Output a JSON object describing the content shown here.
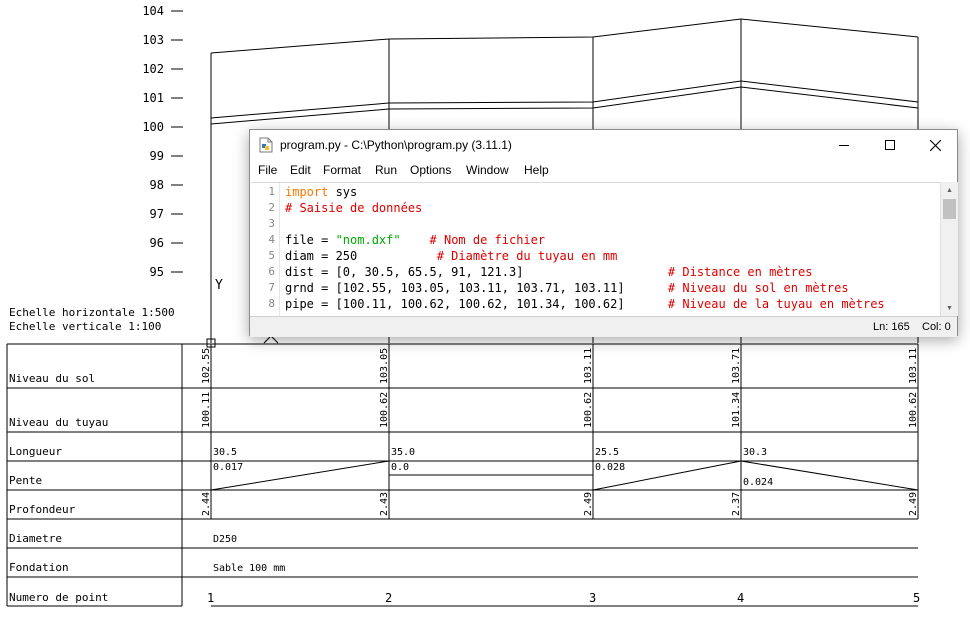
{
  "drawing": {
    "y_axis_labels": [
      "104",
      "103",
      "102",
      "101",
      "100",
      "99",
      "98",
      "97",
      "96",
      "95"
    ],
    "scale_labels": [
      "Echelle horizontale 1:500",
      "Echelle verticale 1:100"
    ],
    "row_labels": [
      "Niveau du sol",
      "Niveau du tuyau",
      "Longueur",
      "Pente",
      "Profondeur",
      "Diametre",
      "Fondation",
      "Numero de point"
    ],
    "ground_levels": [
      "102.55",
      "103.05",
      "103.11",
      "103.71",
      "103.11"
    ],
    "pipe_levels": [
      "100.11",
      "100.62",
      "100.62",
      "101.34",
      "100.62"
    ],
    "lengths": [
      "30.5",
      "35.0",
      "25.5",
      "30.3"
    ],
    "slopes": [
      "0.017",
      "0.0",
      "0.028",
      "0.024"
    ],
    "depths": [
      "2.44",
      "2.43",
      "2.49",
      "2.37",
      "2.49"
    ],
    "diameter_text": "D250",
    "foundation_text": "Sable 100 mm",
    "point_numbers": [
      "1",
      "2",
      "3",
      "4",
      "5"
    ],
    "axis_marker": "Y"
  },
  "window": {
    "title": "program.py - C:\\Python\\program.py (3.11.1)",
    "menu": [
      "File",
      "Edit",
      "Format",
      "Run",
      "Options",
      "Window",
      "Help"
    ],
    "line_numbers": [
      "1",
      "2",
      "3",
      "4",
      "5",
      "6",
      "7",
      "8"
    ],
    "code": [
      {
        "kw": "import",
        "rest": " sys",
        "cm": ""
      },
      {
        "cm": "# Saisie de données"
      },
      {
        "rest": ""
      },
      {
        "pre": "file = ",
        "str": "\"nom.dxf\"",
        "pad": "    ",
        "cm": "# Nom de fichier"
      },
      {
        "pre": "diam = 250",
        "pad": "           ",
        "cm": "# Diamètre du tuyau en mm"
      },
      {
        "pre": "dist = [0, 30.5, 65.5, 91, 121.3]",
        "pad": "                    ",
        "cm": "# Distance en mètres"
      },
      {
        "pre": "grnd = [102.55, 103.05, 103.11, 103.71, 103.11]",
        "pad": "      ",
        "cm": "# Niveau du sol en mètres"
      },
      {
        "pre": "pipe = [100.11, 100.62, 100.62, 101.34, 100.62]",
        "pad": "      ",
        "cm": "# Niveau de la tuyau en mètres"
      }
    ],
    "status": {
      "line": "Ln: 165",
      "col": "Col: 0"
    }
  },
  "colors": {
    "keyword": "#ff7700",
    "comment": "#dd0000",
    "string": "#00aa00",
    "drawing_line": "#000000"
  }
}
